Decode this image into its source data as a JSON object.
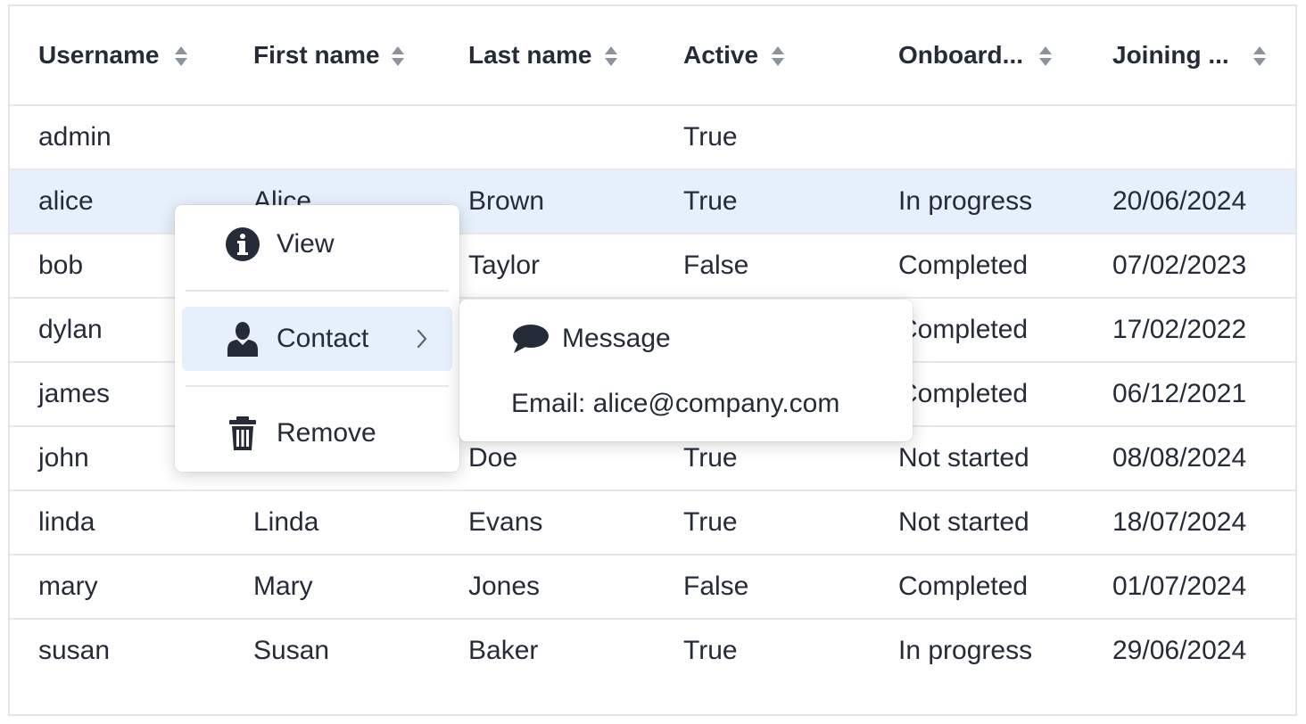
{
  "table": {
    "columns": [
      {
        "label": "Username"
      },
      {
        "label": "First name"
      },
      {
        "label": "Last name"
      },
      {
        "label": "Active"
      },
      {
        "label": "Onboard..."
      },
      {
        "label": "Joining ..."
      }
    ],
    "rows": [
      {
        "username": "admin",
        "first_name": "",
        "last_name": "",
        "active": "True",
        "onboarding": "",
        "joining": ""
      },
      {
        "username": "alice",
        "first_name": "Alice",
        "last_name": "Brown",
        "active": "True",
        "onboarding": "In progress",
        "joining": "20/06/2024"
      },
      {
        "username": "bob",
        "first_name": "",
        "last_name": "Taylor",
        "active": "False",
        "onboarding": "Completed",
        "joining": "07/02/2023"
      },
      {
        "username": "dylan",
        "first_name": "",
        "last_name": "",
        "active": "",
        "onboarding": "Completed",
        "joining": "17/02/2022"
      },
      {
        "username": "james",
        "first_name": "",
        "last_name": "",
        "active": "",
        "onboarding": "Completed",
        "joining": "06/12/2021"
      },
      {
        "username": "john",
        "first_name": "",
        "last_name": "Doe",
        "active": "True",
        "onboarding": "Not started",
        "joining": "08/08/2024"
      },
      {
        "username": "linda",
        "first_name": "Linda",
        "last_name": "Evans",
        "active": "True",
        "onboarding": "Not started",
        "joining": "18/07/2024"
      },
      {
        "username": "mary",
        "first_name": "Mary",
        "last_name": "Jones",
        "active": "False",
        "onboarding": "Completed",
        "joining": "01/07/2024"
      },
      {
        "username": "susan",
        "first_name": "Susan",
        "last_name": "Baker",
        "active": "True",
        "onboarding": "In progress",
        "joining": "29/06/2024"
      }
    ],
    "selected_row": "alice"
  },
  "context_menu": {
    "items": [
      {
        "label": "View",
        "icon": "info-circle-icon"
      },
      {
        "label": "Contact",
        "icon": "user-icon",
        "has_submenu": true,
        "active": true
      },
      {
        "label": "Remove",
        "icon": "trash-icon"
      }
    ]
  },
  "submenu": {
    "items": [
      {
        "label": "Message",
        "icon": "speech-bubble-icon"
      },
      {
        "label": "Email: alice@company.com"
      }
    ]
  },
  "colors": {
    "text": "#252b37",
    "selected_row_bg": "#e6effc",
    "border": "#e6e8eb",
    "sort_icon": "#8d939c"
  }
}
